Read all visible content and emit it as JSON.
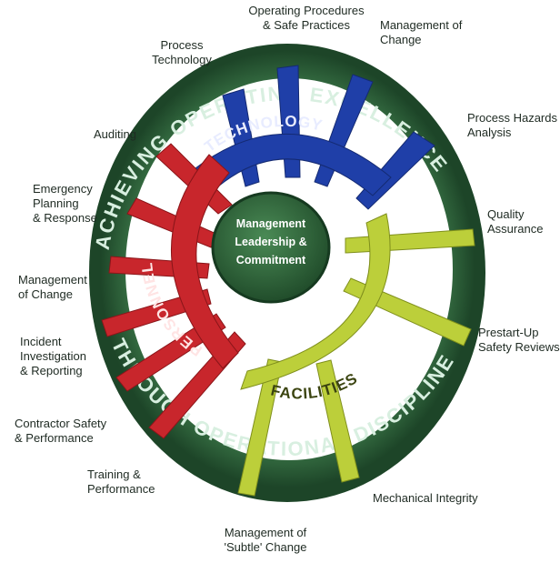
{
  "ring": {
    "top_text": "ACHIEVING OPERATING EXCELLENCE",
    "bottom_text": "THROUGH OPERATIONAL DISCIPLINE"
  },
  "sectors": {
    "technology": "TECHNOLOGY",
    "personnel": "PERSONNEL",
    "facilities": "FACILITIES"
  },
  "hub": {
    "line1": "Management",
    "line2": "Leadership &",
    "line3": "Commitment"
  },
  "labels": {
    "operating_procedures": "Operating Procedures\n& Safe Practices",
    "management_of_change_top": "Management of\nChange",
    "process_technology": "Process\nTechnology",
    "process_hazards_analysis": "Process Hazards\nAnalysis",
    "auditing": "Auditing",
    "quality_assurance": "Quality\nAssurance",
    "emergency_planning": "Emergency\nPlanning\n& Response",
    "management_of_change_left": "Management\nof Change",
    "prestart_up": "Prestart-Up\nSafety Reviews",
    "incident_investigation": "Incident\nInvestigation\n& Reporting",
    "contractor_safety": "Contractor Safety\n& Performance",
    "training_performance": "Training &\nPerformance",
    "mechanical_integrity": "Mechanical Integrity",
    "management_subtle_change": "Management of\n'Subtle' Change"
  },
  "colors": {
    "ring_dark": "#23502f",
    "ring_mid": "#3d7a4a",
    "technology": "#1f3fa8",
    "personnel": "#c8262c",
    "facilities": "#bccf3a",
    "hub": "#2f6b3c",
    "label_text": "#1e2a22"
  }
}
